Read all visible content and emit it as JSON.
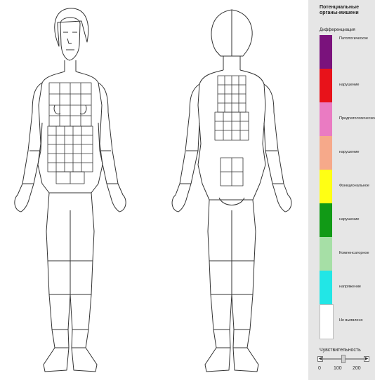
{
  "legend": {
    "title": "Потенциальные органы-мишени",
    "differentiation_label": "Дифференциация",
    "items": [
      {
        "label": "Патологическое",
        "color": "#7a127c"
      },
      {
        "label": "нарушение",
        "color": "#e8121a"
      },
      {
        "label": "Предпатологическое",
        "color": "#ea7bc2"
      },
      {
        "label": "нарушение",
        "color": "#f6a98a"
      },
      {
        "label": "Функциональное",
        "color": "#ffff14"
      },
      {
        "label": "нарушение",
        "color": "#119a16"
      },
      {
        "label": "Компенсаторное",
        "color": "#a6dfa6"
      },
      {
        "label": "напряжение",
        "color": "#22e6e6"
      },
      {
        "label": "Не выявлено",
        "color": "#ffffff"
      }
    ]
  },
  "sensitivity": {
    "label": "Чувствительность",
    "value": 100,
    "min": 0,
    "max": 200,
    "ticks": [
      "0",
      "100",
      "200"
    ]
  }
}
